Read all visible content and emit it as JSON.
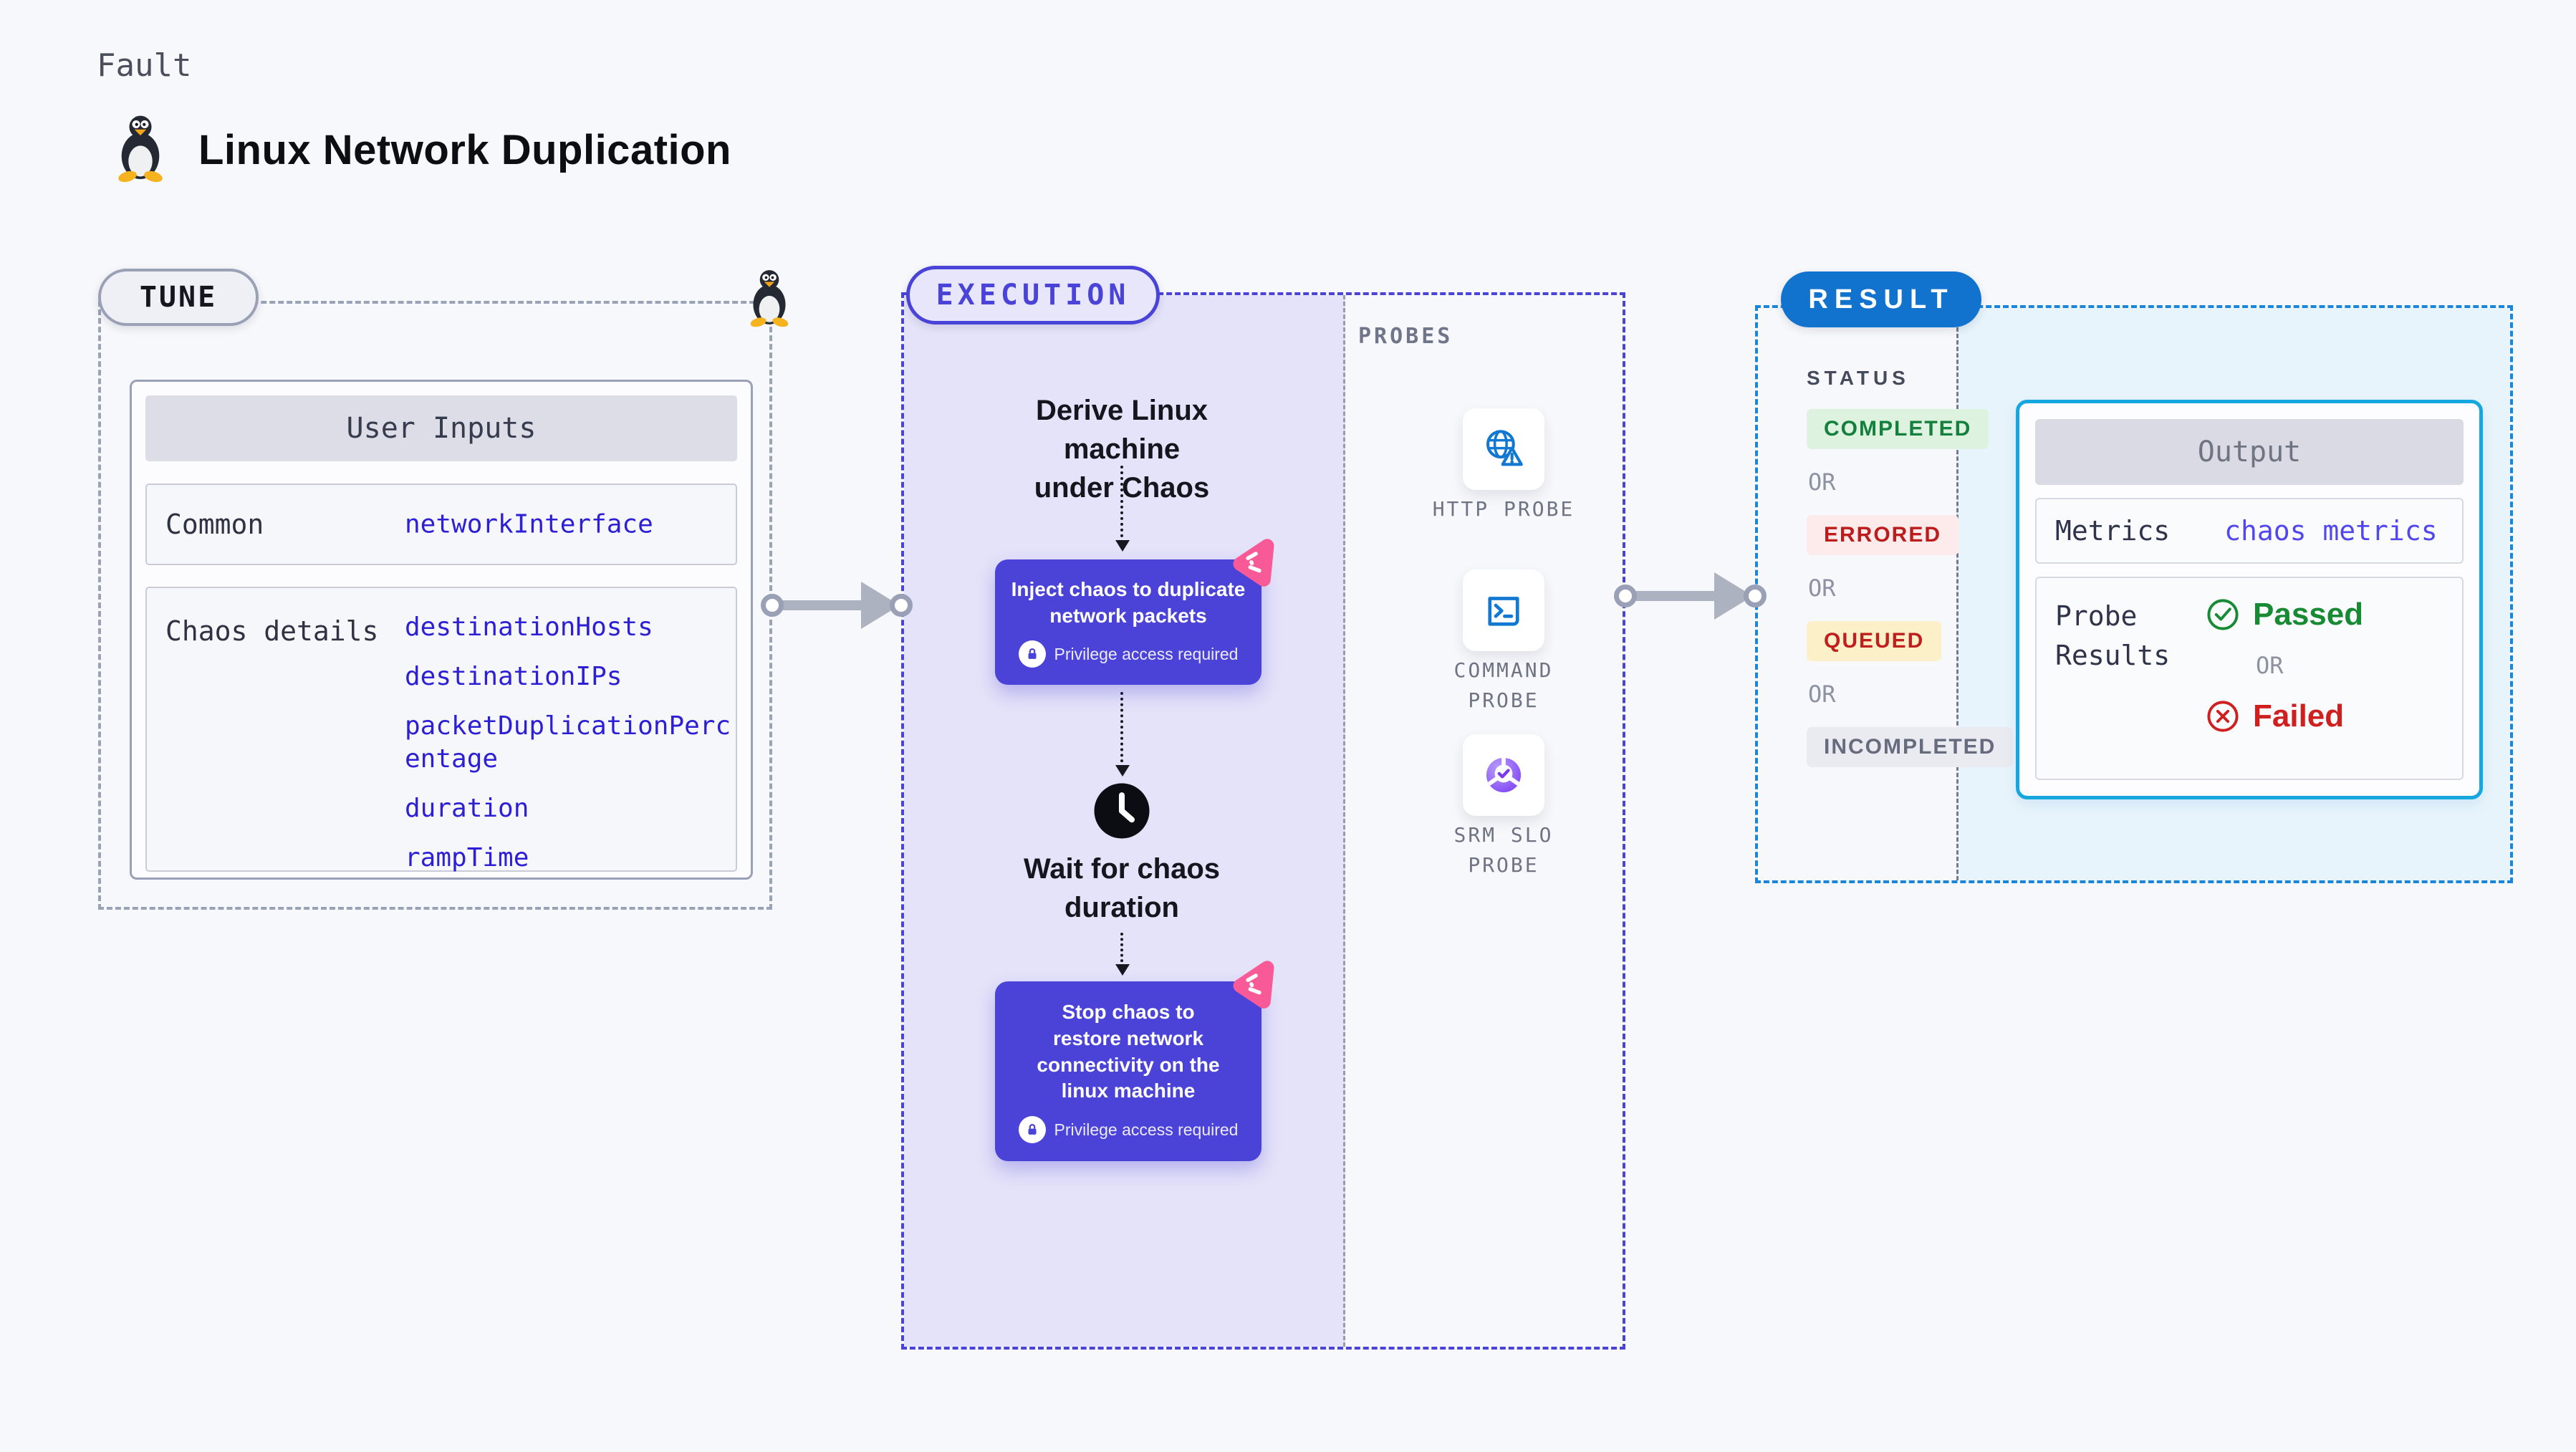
{
  "header": {
    "eyebrow": "Fault",
    "title": "Linux Network Duplication",
    "icon": "tux-penguin-icon"
  },
  "tune": {
    "badge": "TUNE",
    "panel_title": "User Inputs",
    "rows": [
      {
        "label": "Common",
        "values": [
          "networkInterface"
        ]
      },
      {
        "label": "Chaos details",
        "values": [
          "destinationHosts",
          "destinationIPs",
          "packetDuplicationPercentage",
          "duration",
          "rampTime"
        ]
      }
    ]
  },
  "execution": {
    "badge": "EXECUTION",
    "steps": {
      "derive": "Derive Linux machine\nunder Chaos",
      "inject": "Inject chaos to duplicate\nnetwork packets",
      "wait": "Wait for chaos\nduration",
      "stop": "Stop chaos to\nrestore network\nconnectivity on the\nlinux machine",
      "privilege_note": "Privilege access required"
    },
    "probes": {
      "heading": "PROBES",
      "items": [
        {
          "label": "HTTP PROBE",
          "icon": "globe-alert-icon"
        },
        {
          "label": "COMMAND\nPROBE",
          "icon": "terminal-icon"
        },
        {
          "label": "SRM SLO\nPROBE",
          "icon": "slo-pie-icon"
        }
      ]
    }
  },
  "result": {
    "badge": "RESULT",
    "status_heading": "STATUS",
    "or_separator": "OR",
    "statuses": [
      {
        "label": "COMPLETED",
        "text_color": "#15803d",
        "bg_color": "#ddf3df"
      },
      {
        "label": "ERRORED",
        "text_color": "#bb1d1d",
        "bg_color": "#fdeaea"
      },
      {
        "label": "QUEUED",
        "text_color": "#c01f1f",
        "bg_color": "#fbf0c7"
      },
      {
        "label": "INCOMPLETED",
        "text_color": "#666b7d",
        "bg_color": "#eaebf1"
      }
    ],
    "output": {
      "panel_title": "Output",
      "metrics_label": "Metrics",
      "metrics_value": "chaos metrics",
      "probe_results_label": "Probe Results",
      "passed": "Passed",
      "failed": "Failed"
    }
  },
  "colors": {
    "page_bg": "#f7f8fb",
    "accent_indigo": "#4a43d7",
    "panel_lavender": "#e4e3f9",
    "chaos_node_bg": "#4b43d8",
    "pink_chaos": "#f85a97",
    "result_blue": "#1273cf",
    "output_border_cyan": "#16a7e0",
    "output_pane_bg": "#e8f4fb",
    "probe_icon_blue": "#1278d2",
    "value_indigo": "#2c1fd6",
    "metrics_value_indigo": "#5247ef",
    "passed_green": "#188a34",
    "failed_red": "#cf1f1f",
    "gray_border": "#9aa0b5"
  }
}
